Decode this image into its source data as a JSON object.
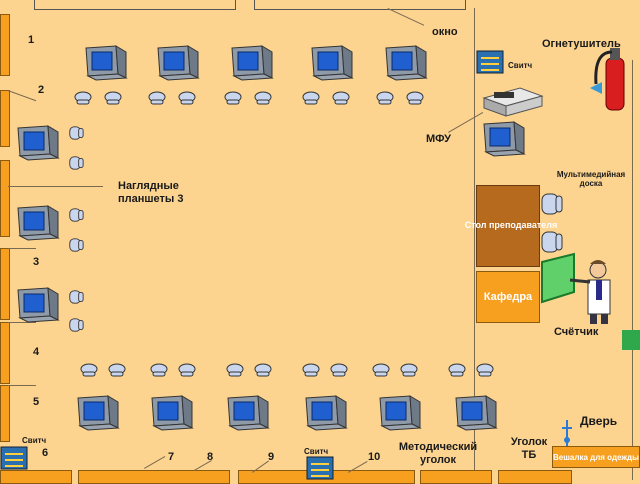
{
  "labels": {
    "window": "окно",
    "extinguisher": "Огнетушитель",
    "switch": "Свитч",
    "mfu": "МФУ",
    "visual_tablets": "Наглядные планшеты 3",
    "multimedia_board": "Мультимедийная доска",
    "teacher_table": "Стол преподавателя",
    "lectern": "Кафедра",
    "counter": "Счётчик",
    "door": "Дверь",
    "coat_rack": "Вешалка для одежды",
    "methodical_corner": "Методический уголок",
    "safety_corner": "Уголок ТБ"
  },
  "left_numbers": [
    "1",
    "2",
    "3",
    "4",
    "5"
  ],
  "bottom_numbers": [
    "6",
    "7",
    "8",
    "9",
    "10"
  ],
  "colors": {
    "floor": "#fcd490",
    "panel": "#f7a020",
    "teacher_table": "#b56a1e",
    "lectern": "#f7a020",
    "coat_rack": "#f7a020",
    "counter_box": "#2ea84a"
  }
}
